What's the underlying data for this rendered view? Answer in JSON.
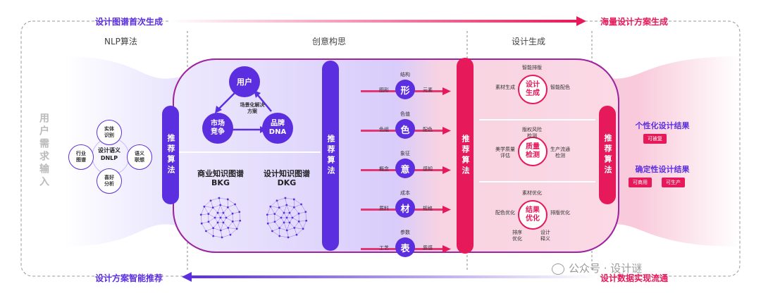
{
  "top": {
    "left_caption": "设计图谱首次生成",
    "right_caption": "海量设计方案生成"
  },
  "bottom": {
    "left_caption": "设计方案智能推荐",
    "right_caption": "设计数据实现流通"
  },
  "sections": {
    "nlp": "NLP算法",
    "creative": "创意构思",
    "generate": "设计生成"
  },
  "user_input": "用户需求输入",
  "nlp_block": {
    "center": "设计语义 DNLP",
    "nodes": [
      "实体识别",
      "行业图谱",
      "语义联想",
      "喜好分析"
    ]
  },
  "recommend_label": "推荐算法",
  "triangle": {
    "top": "用户",
    "left": "市场竞争",
    "right": "品牌DNA",
    "center": "场景化解决方案"
  },
  "graphs": {
    "bkg_title": "商业知识图谱",
    "bkg_code": "BKG",
    "dkg_title": "设计知识图谱",
    "dkg_code": "DKG"
  },
  "factors": [
    {
      "main": "形",
      "top": "结构",
      "left": "图形",
      "right": "元素"
    },
    {
      "main": "色",
      "top": "色值",
      "left": "色组",
      "right": "配色"
    },
    {
      "main": "意",
      "top": "象征",
      "left": "概念",
      "right": "感知"
    },
    {
      "main": "材",
      "top": "成本",
      "left": "质料",
      "right": "规格"
    },
    {
      "main": "表",
      "top": "参数",
      "left": "工艺",
      "right": "质感"
    }
  ],
  "gen_blocks": [
    {
      "center": "设计生成",
      "top": "智能排版",
      "left": "素材生成",
      "right": "智能配色"
    },
    {
      "center": "质量检测",
      "top": "版权风险检测",
      "left": "美学质量评估",
      "right": "生产流通检测"
    },
    {
      "center": "结果优化",
      "top": "素材优化",
      "left": "配色优化",
      "right": "排版优化",
      "bottom_left": "排序优化",
      "bottom_right": "设计释义"
    }
  ],
  "results": {
    "personal_title": "个性化设计结果",
    "personal_tags": [
      "可被复"
    ],
    "certain_title": "确定性设计结果",
    "certain_tags": [
      "可商用",
      "可生产"
    ]
  },
  "watermark": "公众号 · 设计谜",
  "colors": {
    "purple": "#5b2ee0",
    "pink": "#e6195a"
  }
}
